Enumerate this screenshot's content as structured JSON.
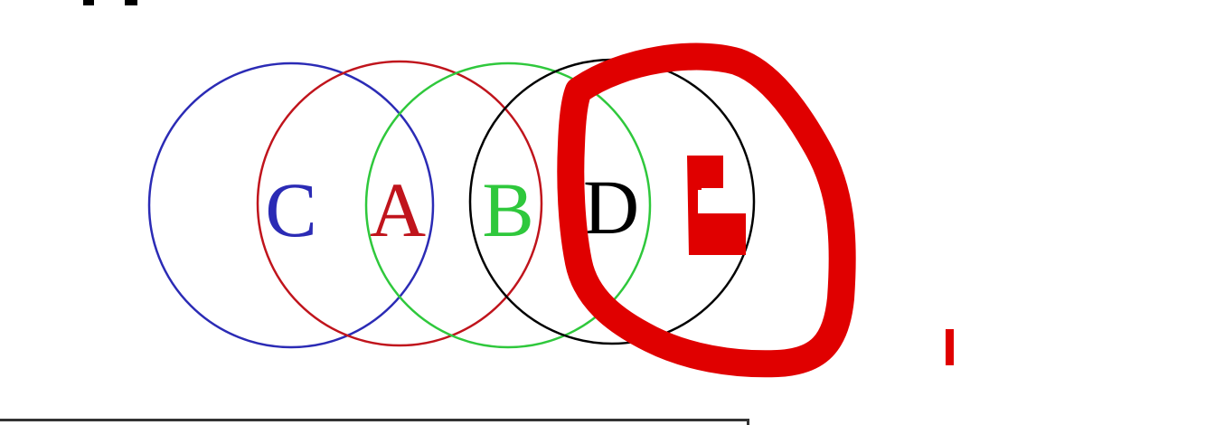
{
  "diagram": {
    "circles": [
      {
        "id": "C",
        "label": "C",
        "color": "#2b2bb5"
      },
      {
        "id": "A",
        "label": "A",
        "color": "#c0141c"
      },
      {
        "id": "B",
        "label": "B",
        "color": "#2fc83c"
      },
      {
        "id": "D",
        "label": "D",
        "color": "#000000"
      }
    ],
    "annotation": {
      "color": "#e00000"
    }
  }
}
